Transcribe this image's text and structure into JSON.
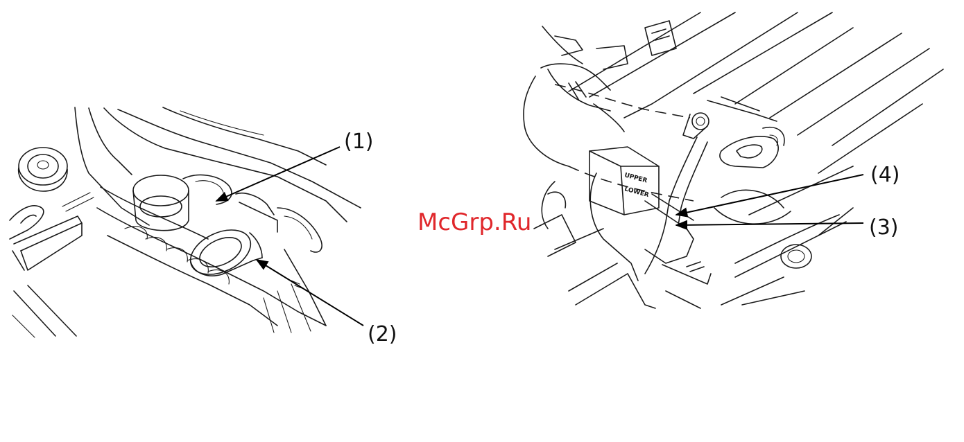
{
  "figure_left": {
    "callout_1": "(1)",
    "callout_2": "(2)"
  },
  "figure_right": {
    "callout_3": "(3)",
    "callout_4": "(4)",
    "connector_upper": "UPPER",
    "connector_lower": "LOWER"
  },
  "watermark": {
    "text": "McGrp.Ru",
    "color": "#e0272b"
  }
}
